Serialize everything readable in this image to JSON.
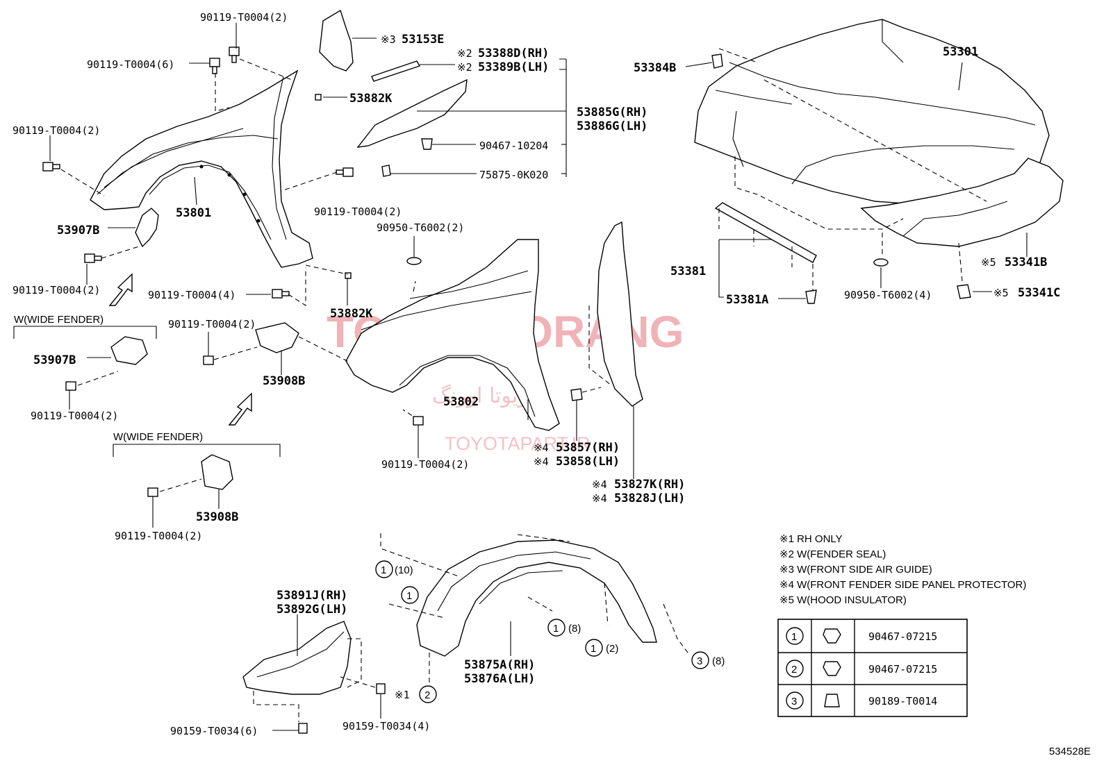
{
  "watermark": {
    "main": "TOYOTA ORANG",
    "arabic": "تويوتا اورنگ",
    "site": "TOYOTAPART.IR"
  },
  "diagram_id": "534528E",
  "labels": {
    "p90119_t0004_2_top": "90119-T0004(2)",
    "p90119_t0004_6": "90119-T0004(6)",
    "p90119_t0004_2_left": "90119-T0004(2)",
    "p53153E": "53153E",
    "p53388D": "53388D(RH)",
    "p53389B": "53389B(LH)",
    "p53882K_top": "53882K",
    "p53885G": "53885G(RH)",
    "p53886G": "53886G(LH)",
    "p90467_10204": "90467-10204",
    "p75875_0K020": "75875-0K020",
    "p90119_t0004_2_mid": "90119-T0004(2)",
    "p53801": "53801",
    "p53907B_top": "53907B",
    "p90119_t0004_2_bl": "90119-T0004(2)",
    "p90119_t0004_4": "90119-T0004(4)",
    "p53882K_mid": "53882K",
    "p90950_t6002_2": "90950-T6002(2)",
    "p90119_t0004_2_c": "90119-T0004(2)",
    "p53907B_wide": "53907B",
    "p90119_t0004_2_w1": "90119-T0004(2)",
    "p53908B_top": "53908B",
    "p53802": "53802",
    "p90119_t0004_2_fb": "90119-T0004(2)",
    "p53857": "53857(RH)",
    "p53858": "53858(LH)",
    "p53827K": "53827K(RH)",
    "p53828J": "53828J(LH)",
    "p53908B_wide": "53908B",
    "p90119_t0004_2_w2": "90119-T0004(2)",
    "p53384B": "53384B",
    "p53301": "53301",
    "p53381": "53381",
    "p53381A": "53381A",
    "p90950_t6002_4": "90950-T6002(4)",
    "p53341B": "53341B",
    "p53341C": "53341C",
    "p53891J": "53891J(RH)",
    "p53892G": "53892G(LH)",
    "p53875A": "53875A(RH)",
    "p53876A": "53876A(LH)",
    "p90159_t0034_6": "90159-T0034(6)",
    "p90159_t0034_4": "90159-T0034(4)"
  },
  "marks": {
    "m1": "※1",
    "m2": "※2",
    "m3": "※3",
    "m4": "※4",
    "m5": "※5"
  },
  "wide_fender": "W(WIDE FENDER)",
  "callouts": {
    "c1_10": "(10)",
    "c1_8": "(8)",
    "c1_2": "(2)",
    "c3_8": "(8)",
    "n1": "1",
    "n2": "2",
    "n3": "3"
  },
  "notes": [
    "※1 RH ONLY",
    "※2 W(FENDER SEAL)",
    "※3 W(FRONT SIDE AIR GUIDE)",
    "※4 W(FRONT FENDER SIDE PANEL PROTECTOR)",
    "※5 W(HOOD INSULATOR)"
  ],
  "fastener_table": [
    {
      "key": "1",
      "part": "90467-07215"
    },
    {
      "key": "2",
      "part": "90467-07215"
    },
    {
      "key": "3",
      "part": "90189-T0014"
    }
  ]
}
